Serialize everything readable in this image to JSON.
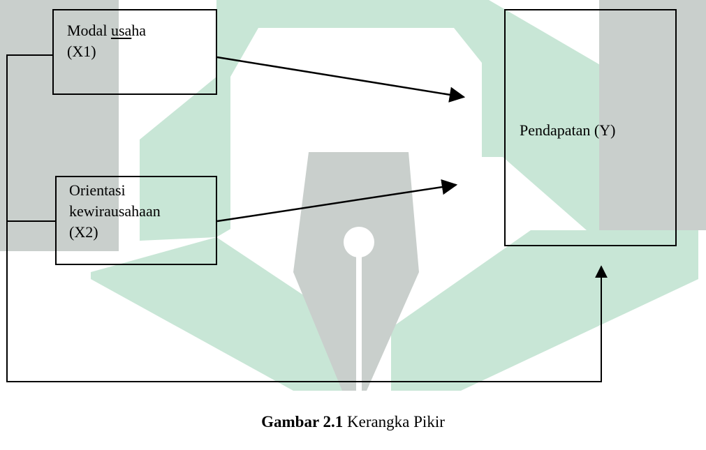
{
  "colors": {
    "watermark_green": "#c8e6d6",
    "watermark_gray": "#c9cfcc",
    "line": "#000000",
    "background": "#ffffff"
  },
  "watermark": {
    "icon": "pen-nib-logo"
  },
  "nodes": {
    "x1": {
      "prefix": "Modal ",
      "underlined": "usa",
      "suffix": "ha",
      "line2": "(X1)"
    },
    "x2": {
      "line1": "Orientasi",
      "line2": "kewirausahaan",
      "line3": "(X2)"
    },
    "y": {
      "label": "Pendapatan (Y)"
    }
  },
  "caption": {
    "number": "Gambar 2.1",
    "title": " Kerangka Pikir"
  }
}
